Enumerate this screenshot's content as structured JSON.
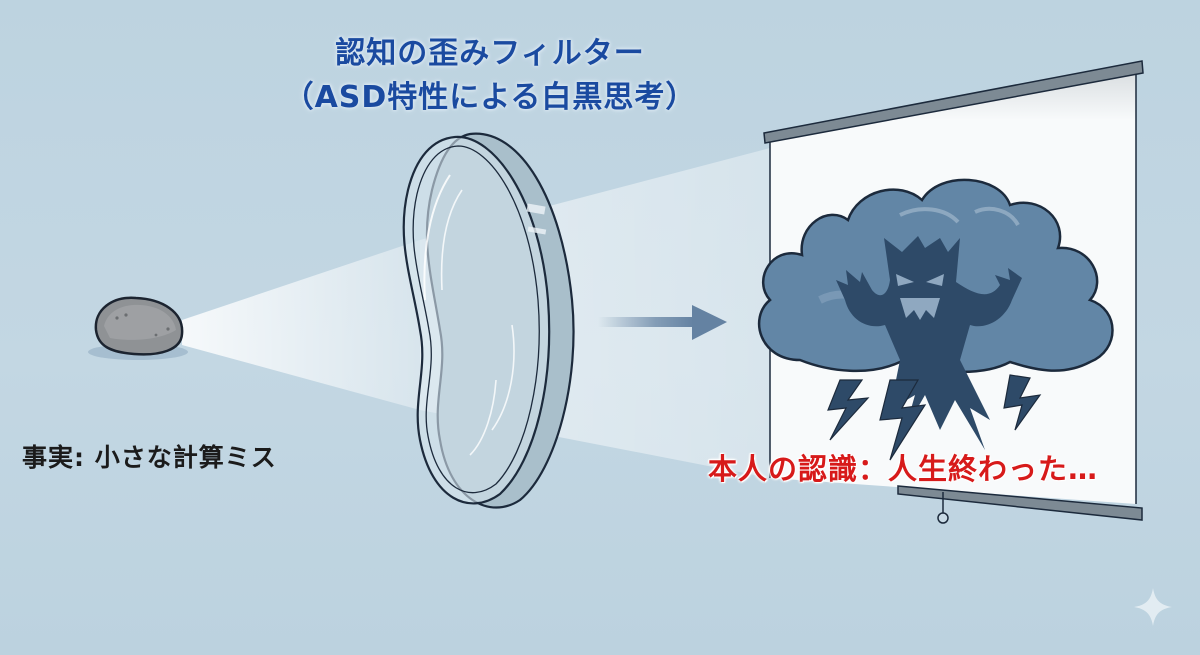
{
  "title": {
    "line1": "認知の歪みフィルター",
    "line2": "（ASD特性による白黒思考）"
  },
  "labels": {
    "fact": "事実: 小さな計算ミス",
    "perception": "本人の認識：人生終わった…"
  },
  "elements": {
    "fact_object": "rock",
    "filter": "distorted-lens",
    "direction": "arrow-right",
    "projection": "projector-screen",
    "projected_image": "storm-cloud-monster",
    "watermark": "sparkle"
  },
  "colors": {
    "background": "#bfd4e1",
    "title": "#1a4aa0",
    "fact_text": "#1b1b1b",
    "perception_text": "#d71a1a",
    "cloud": "#6286a6",
    "monster": "#2e4a68",
    "screen": "#f7f9fa",
    "screen_bar": "#7d8a94",
    "rock": "#8a8d90"
  }
}
